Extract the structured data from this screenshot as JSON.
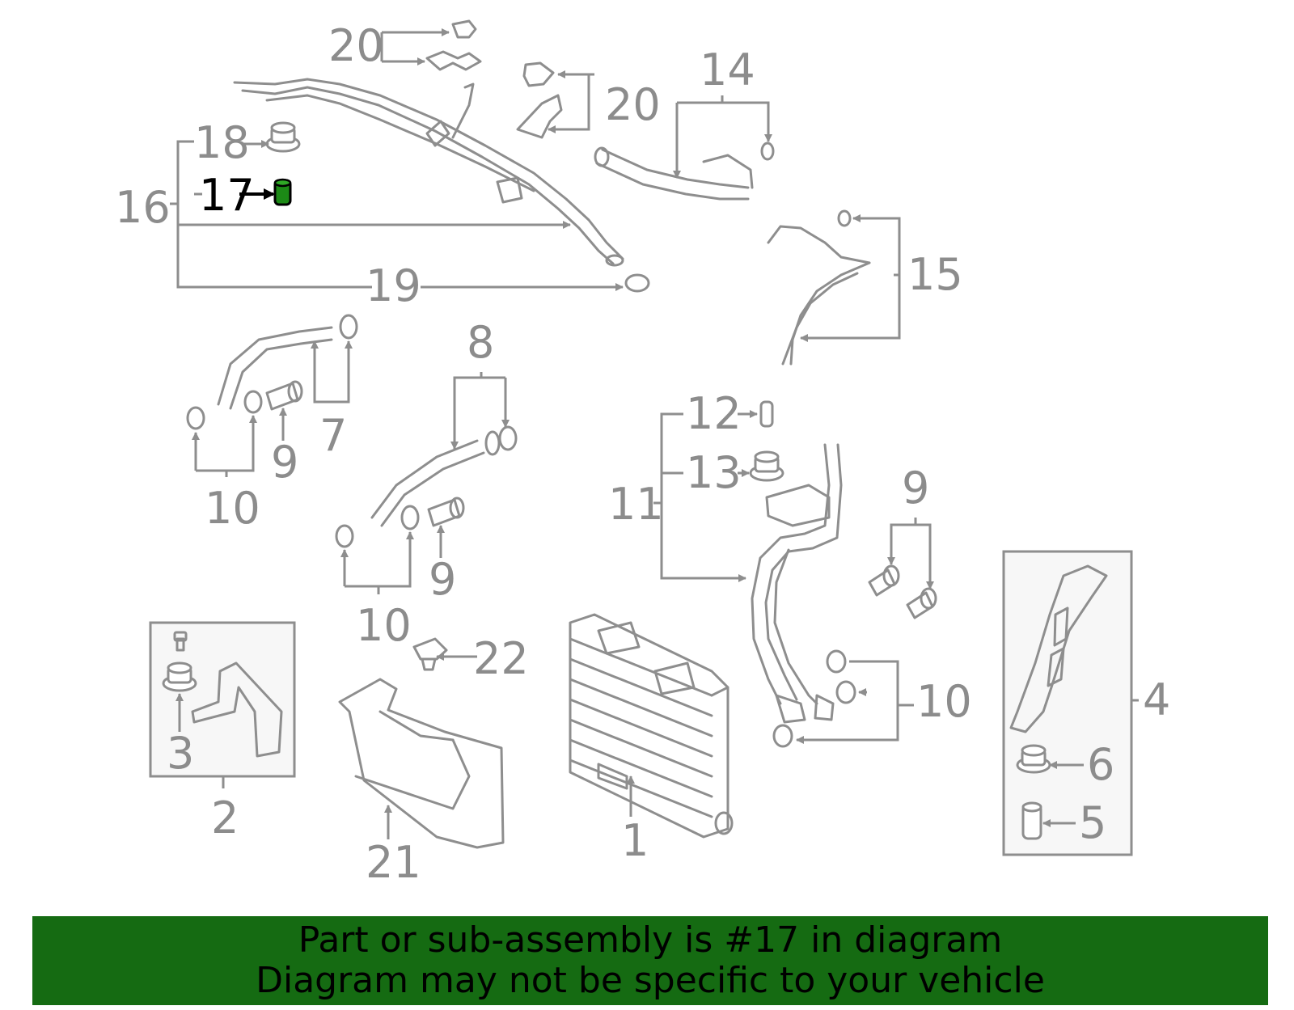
{
  "callouts": {
    "n1": "1",
    "n2": "2",
    "n3": "3",
    "n4": "4",
    "n5": "5",
    "n6": "6",
    "n7": "7",
    "n8": "8",
    "n9a": "9",
    "n9b": "9",
    "n9c": "9",
    "n10a": "10",
    "n10b": "10",
    "n10c": "10",
    "n11": "11",
    "n12": "12",
    "n13": "13",
    "n14": "14",
    "n15": "15",
    "n16": "16",
    "n17": "17",
    "n18": "18",
    "n19": "19",
    "n20a": "20",
    "n20b": "20",
    "n21": "21",
    "n22": "22"
  },
  "highlighted_part": "17",
  "colors": {
    "line_art": "#8e8e8e",
    "highlight_part": "#1c8a16",
    "banner_background": "#156b12"
  },
  "banner": {
    "line1": "Part or sub-assembly is #17 in diagram",
    "line2": "Diagram may not be specific to your vehicle"
  }
}
